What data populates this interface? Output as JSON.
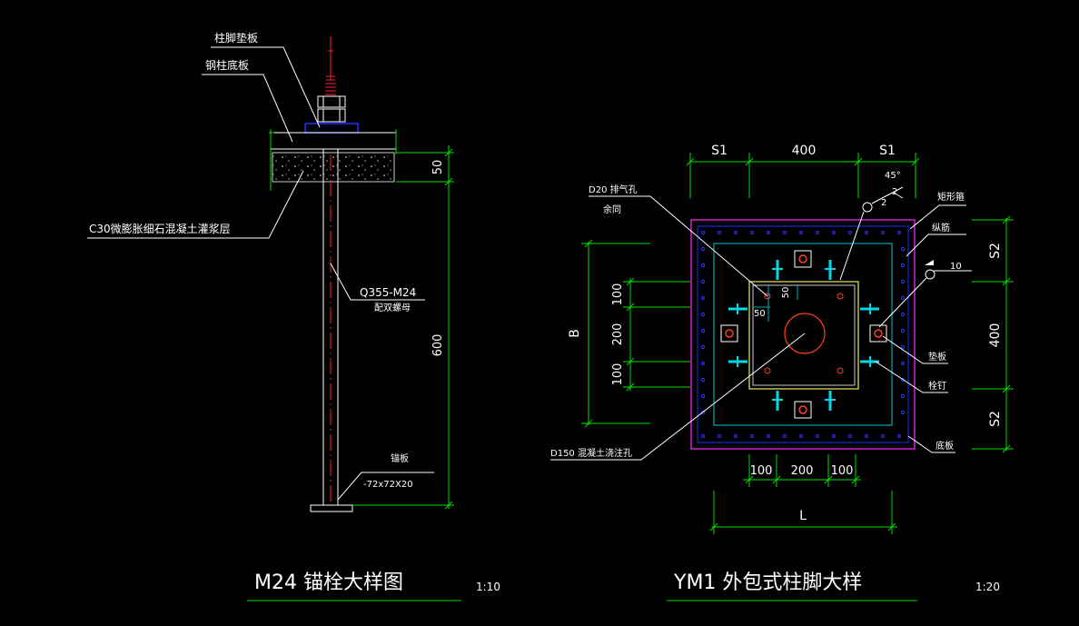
{
  "left_detail": {
    "labels": {
      "pad_plate": "柱脚垫板",
      "base_plate": "钢柱底板",
      "grout": "C30微膨胀细石混凝土灌浆层",
      "bolt": "Q355-M24",
      "bolt_sub": "配双螺母",
      "anchor_plate": "锚板",
      "anchor_plate_size": "-72x72X20"
    },
    "dims": {
      "grout_thickness": "50",
      "embed_length": "600"
    },
    "title": "M24 锚栓大样图",
    "scale": "1:10"
  },
  "right_detail": {
    "labels": {
      "vent_hole": "D20 排气孔",
      "vent_hole_sub": "余同",
      "rect_hoop": "矩形箍",
      "longitudinal_bar": "纵筋",
      "washer": "垫板",
      "stud": "栓钉",
      "base_plate": "底板",
      "pour_hole": "D150 混凝土浇注孔",
      "angle": "45°",
      "weld_size": "2",
      "weld_size2": "2",
      "weld_10": "10",
      "offset_a": "50",
      "offset_b": "50"
    },
    "dims": {
      "top_s1_left": "S1",
      "top_mid": "400",
      "top_s1_right": "S1",
      "right_s2_top": "S2",
      "right_mid": "400",
      "right_s2_bottom": "S2",
      "left_b": "B",
      "left_100_top": "100",
      "left_200": "200",
      "left_100_bottom": "100",
      "bottom_100_left": "100",
      "bottom_200": "200",
      "bottom_100_right": "100",
      "bottom_l": "L"
    },
    "title": "YM1  外包式柱脚大样",
    "scale": "1:20"
  },
  "colors": {
    "background": "#000000",
    "dimension": "#00e000",
    "outline": "#ffffff",
    "bolt_red": "#ff2020",
    "base_blue": "#2030ff",
    "plate_magenta": "#d020d0",
    "inner_cyan": "#00c8d8",
    "column_yellow": "#e8e860",
    "stiffener_cyan": "#00d8e8"
  }
}
